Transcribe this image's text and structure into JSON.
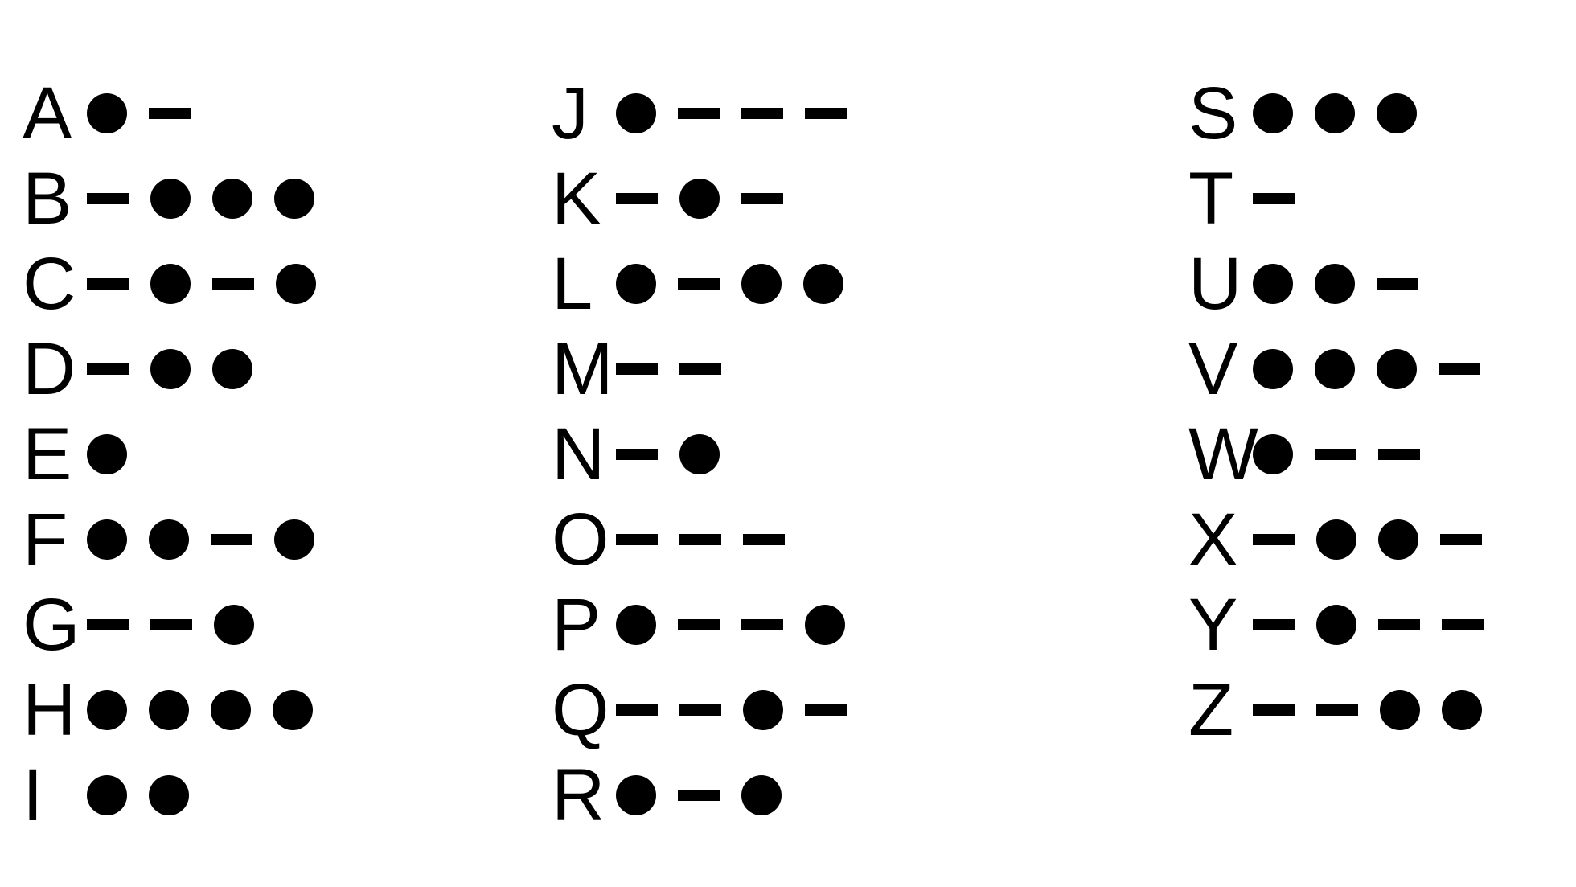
{
  "columns": [
    {
      "entries": [
        {
          "letter": "A",
          "code": ".-"
        },
        {
          "letter": "B",
          "code": "-..."
        },
        {
          "letter": "C",
          "code": "-.-."
        },
        {
          "letter": "D",
          "code": "-.."
        },
        {
          "letter": "E",
          "code": "."
        },
        {
          "letter": "F",
          "code": "..-."
        },
        {
          "letter": "G",
          "code": "--."
        },
        {
          "letter": "H",
          "code": "...."
        },
        {
          "letter": "I",
          "code": ".."
        }
      ]
    },
    {
      "entries": [
        {
          "letter": "J",
          "code": ".---"
        },
        {
          "letter": "K",
          "code": "-.-"
        },
        {
          "letter": "L",
          "code": ".-.."
        },
        {
          "letter": "M",
          "code": "--"
        },
        {
          "letter": "N",
          "code": "-."
        },
        {
          "letter": "O",
          "code": "---"
        },
        {
          "letter": "P",
          "code": ".--."
        },
        {
          "letter": "Q",
          "code": "--.-"
        },
        {
          "letter": "R",
          "code": ".-."
        }
      ]
    },
    {
      "entries": [
        {
          "letter": "S",
          "code": "..."
        },
        {
          "letter": "T",
          "code": "-"
        },
        {
          "letter": "U",
          "code": "..-"
        },
        {
          "letter": "V",
          "code": "...-"
        },
        {
          "letter": "W",
          "code": ".--"
        },
        {
          "letter": "X",
          "code": "-..-"
        },
        {
          "letter": "Y",
          "code": "-.--"
        },
        {
          "letter": "Z",
          "code": "--.."
        }
      ]
    }
  ],
  "symbol_color": "#000000",
  "background_color": "#ffffff"
}
